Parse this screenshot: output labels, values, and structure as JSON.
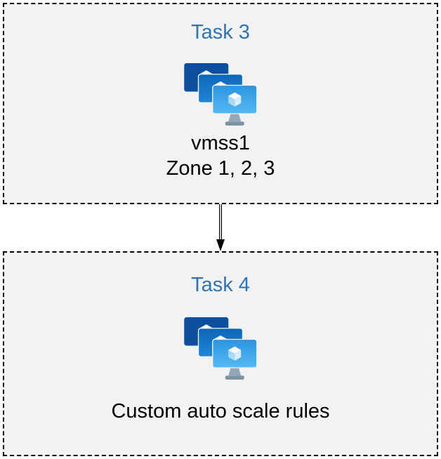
{
  "task3_box": {
    "title": "Task 3",
    "icon": "vm-scale-set",
    "line1": "vmss1",
    "line2": "Zone 1, 2, 3"
  },
  "task4_box": {
    "title": "Task 4",
    "icon": "vm-scale-set",
    "line1": "Custom auto scale rules"
  },
  "arrow": {
    "direction": "down"
  },
  "colors": {
    "title_text": "#2E74B5",
    "body_text": "#000000",
    "box_background": "#F2F2F2",
    "box_border": "#000000",
    "icon_back_screen": "#0B4F9E",
    "icon_middle_screen": "#1173C9",
    "icon_front_screen_top": "#2E93DE",
    "icon_front_screen_bottom": "#53BAF4",
    "icon_cube": "#FFFFFF",
    "icon_stand": "#94A7B7",
    "arrow_color": "#000000"
  }
}
